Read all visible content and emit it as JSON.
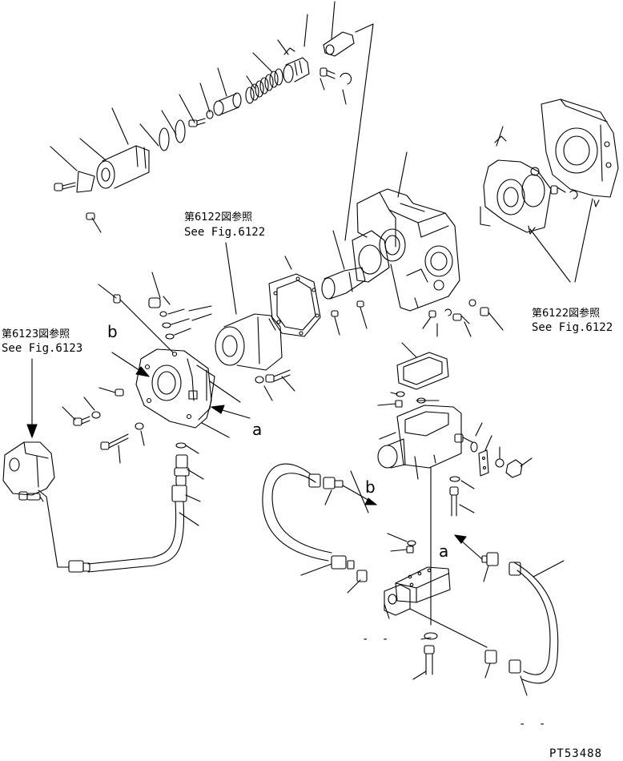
{
  "diagram": {
    "references": [
      {
        "id": "ref-6122-top",
        "jp": "第6122図参照",
        "en": "See Fig.6122"
      },
      {
        "id": "ref-6122-right",
        "jp": "第6122図参照",
        "en": "See Fig.6122"
      },
      {
        "id": "ref-6123-left",
        "jp": "第6123図参照",
        "en": "See Fig.6123"
      }
    ],
    "connector_letters": {
      "b_left": "b",
      "a_left": "a",
      "b_right": "b",
      "a_right": "a"
    },
    "blank_marks": {
      "lower_mid": "- -",
      "bottom_right": "- -"
    },
    "figure_id": "PT53488"
  }
}
